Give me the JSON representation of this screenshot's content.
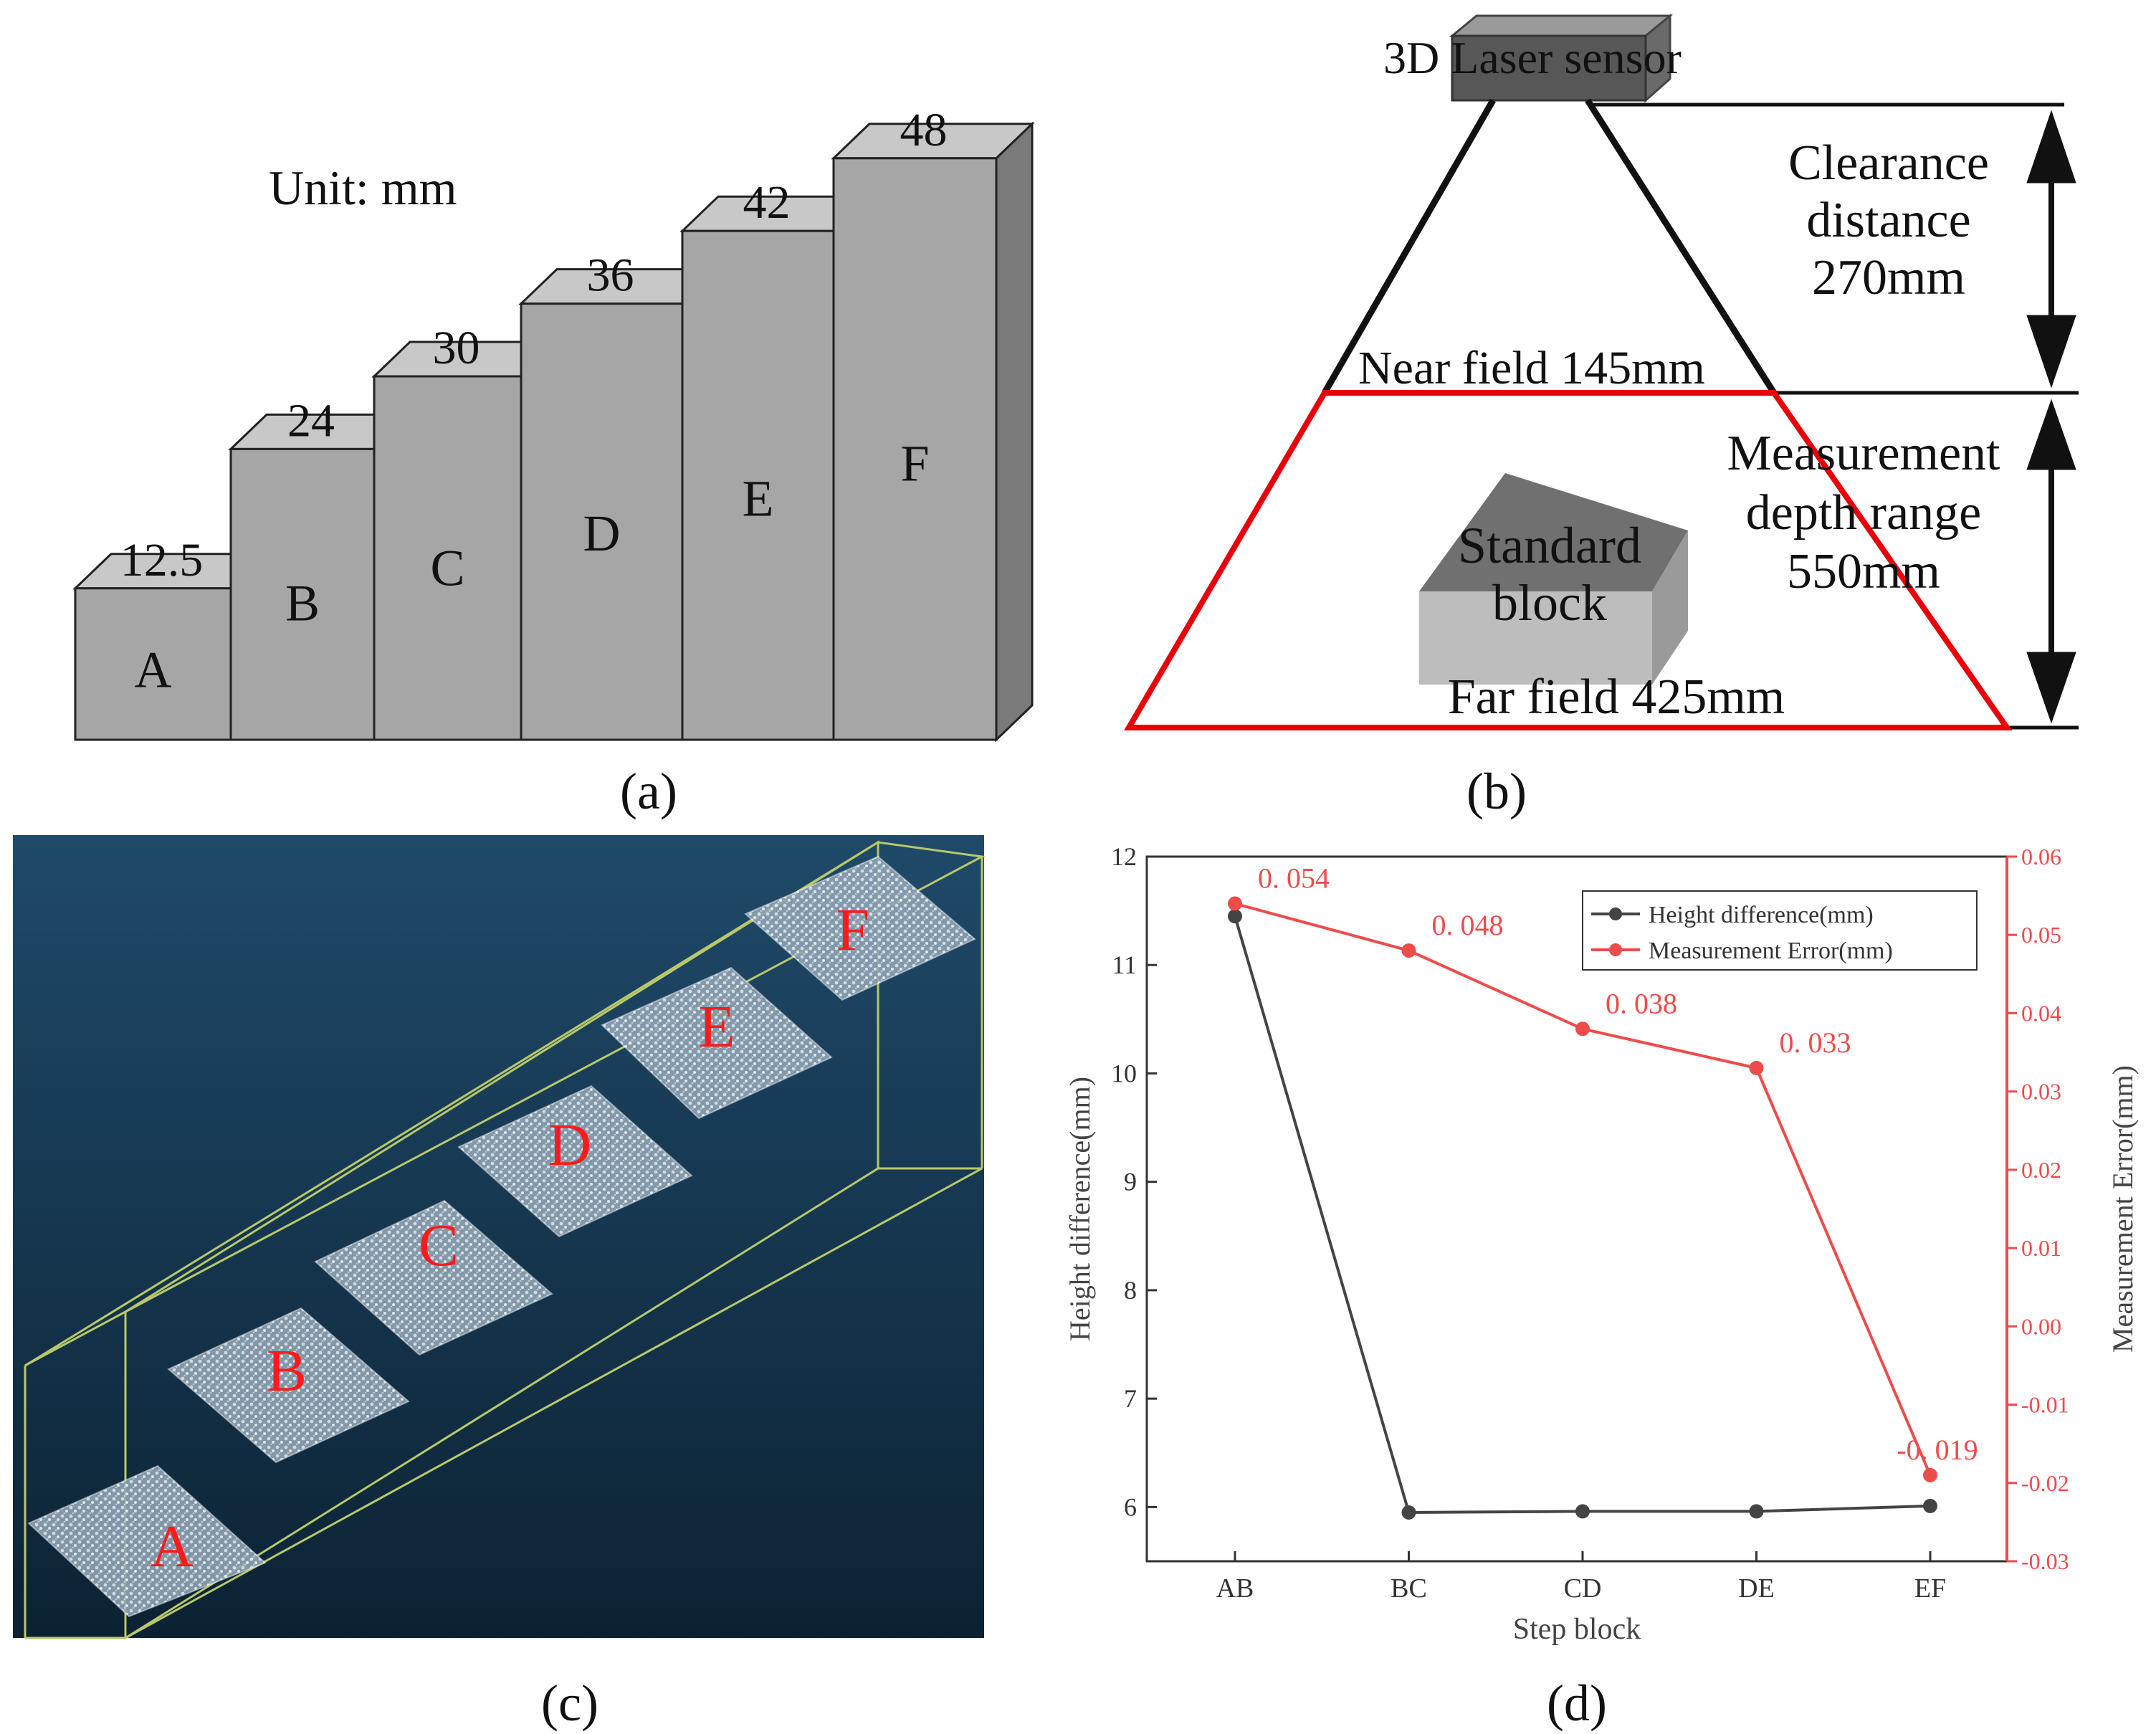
{
  "panel_a": {
    "caption": "(a)",
    "unit_label": "Unit: mm",
    "steps": [
      {
        "label": "A",
        "height": "12.5"
      },
      {
        "label": "B",
        "height": "24"
      },
      {
        "label": "C",
        "height": "30"
      },
      {
        "label": "D",
        "height": "36"
      },
      {
        "label": "E",
        "height": "42"
      },
      {
        "label": "F",
        "height": "48"
      }
    ]
  },
  "panel_b": {
    "caption": "(b)",
    "sensor_label": "3D Laser sensor",
    "clearance_lines": [
      "Clearance",
      "distance",
      "270mm"
    ],
    "near_field": "Near field 145mm",
    "measurement_lines": [
      "Measurement",
      "depth range",
      "550mm"
    ],
    "standard_block_lines": [
      "Standard",
      "block"
    ],
    "far_field": "Far field 425mm"
  },
  "panel_c": {
    "caption": "(c)",
    "labels": [
      "A",
      "B",
      "C",
      "D",
      "E",
      "F"
    ]
  },
  "panel_d": {
    "caption": "(d)"
  },
  "colors": {
    "block_front": "#a6a6a6",
    "block_top": "#c8c8c8",
    "block_side": "#7a7a7a",
    "red": "#e8000b",
    "chart_red": "#ee4b4b",
    "chart_gray": "#444444",
    "pointcloud_bg_top": "#1f4a6a",
    "pointcloud_bg_bottom": "#0c2233",
    "box_line": "#b8c86a"
  },
  "chart_data": {
    "type": "line",
    "xlabel": "Step block",
    "ylabel": "Height difference(mm)",
    "y2label": "Measurement Error(mm)",
    "categories": [
      "AB",
      "BC",
      "CD",
      "DE",
      "EF"
    ],
    "ylim": [
      5.5,
      12
    ],
    "yticks": [
      "6",
      "7",
      "8",
      "9",
      "10",
      "11",
      "12"
    ],
    "y2lim": [
      -0.03,
      0.06
    ],
    "y2ticks": [
      "-0.03",
      "-0.02",
      "-0.01",
      "0.00",
      "0.01",
      "0.02",
      "0.03",
      "0.04",
      "0.05",
      "0.06"
    ],
    "legend_position": "top-right",
    "series": [
      {
        "name": "Height difference(mm)",
        "axis": "left",
        "color": "#444444",
        "values": [
          11.45,
          5.95,
          5.96,
          5.96,
          6.01
        ]
      },
      {
        "name": "Measurement Error(mm)",
        "axis": "right",
        "color": "#ee4b4b",
        "values": [
          0.054,
          0.048,
          0.038,
          0.033,
          -0.019
        ],
        "data_labels": [
          "0. 054",
          "0. 048",
          "0. 038",
          "0. 033",
          "-0. 019"
        ]
      }
    ]
  }
}
